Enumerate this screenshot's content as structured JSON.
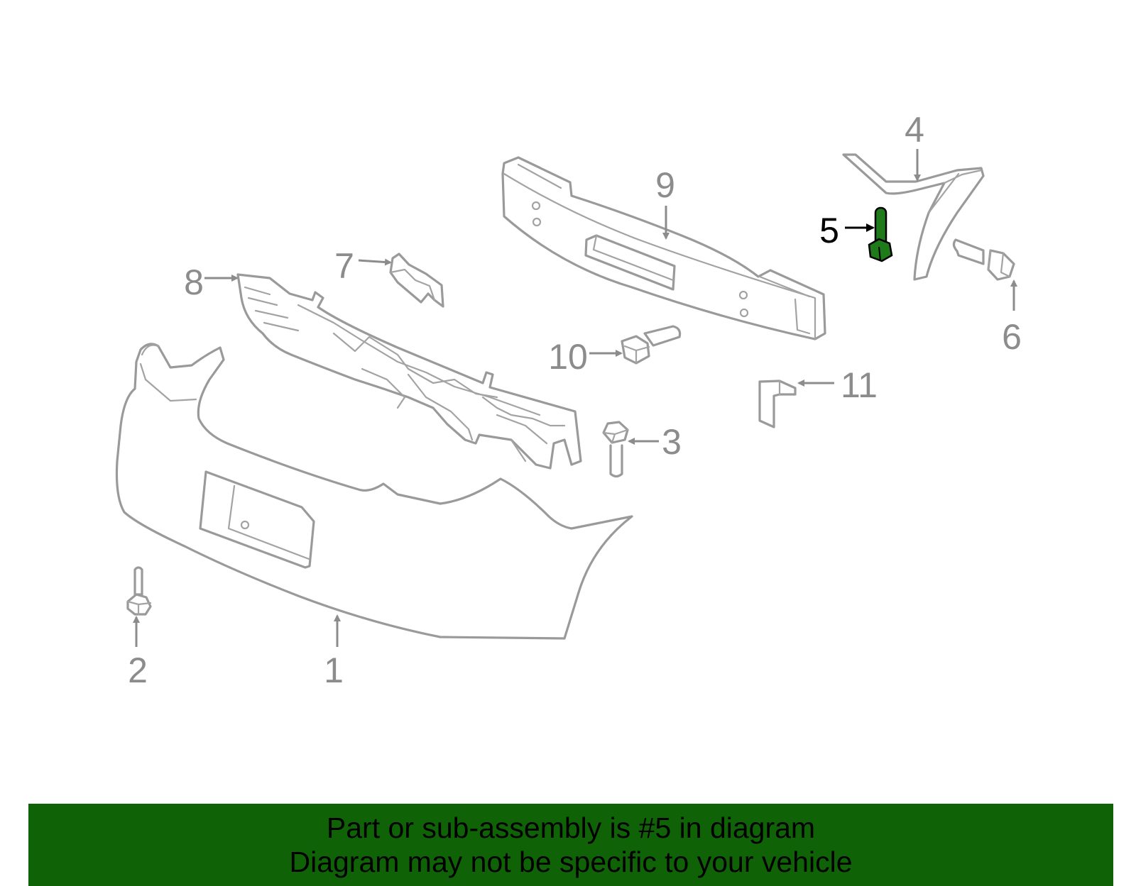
{
  "diagram": {
    "highlighted_part": "5",
    "highlight_color": "#1f7a1a",
    "banner_color": "#0f6306",
    "callouts": {
      "c1": "1",
      "c2": "2",
      "c3": "3",
      "c4": "4",
      "c5": "5",
      "c6": "6",
      "c7": "7",
      "c8": "8",
      "c9": "9",
      "c10": "10",
      "c11": "11"
    }
  },
  "banner": {
    "line1": "Part or sub-assembly is #5 in diagram",
    "line2": "Diagram may not be specific to your vehicle"
  }
}
